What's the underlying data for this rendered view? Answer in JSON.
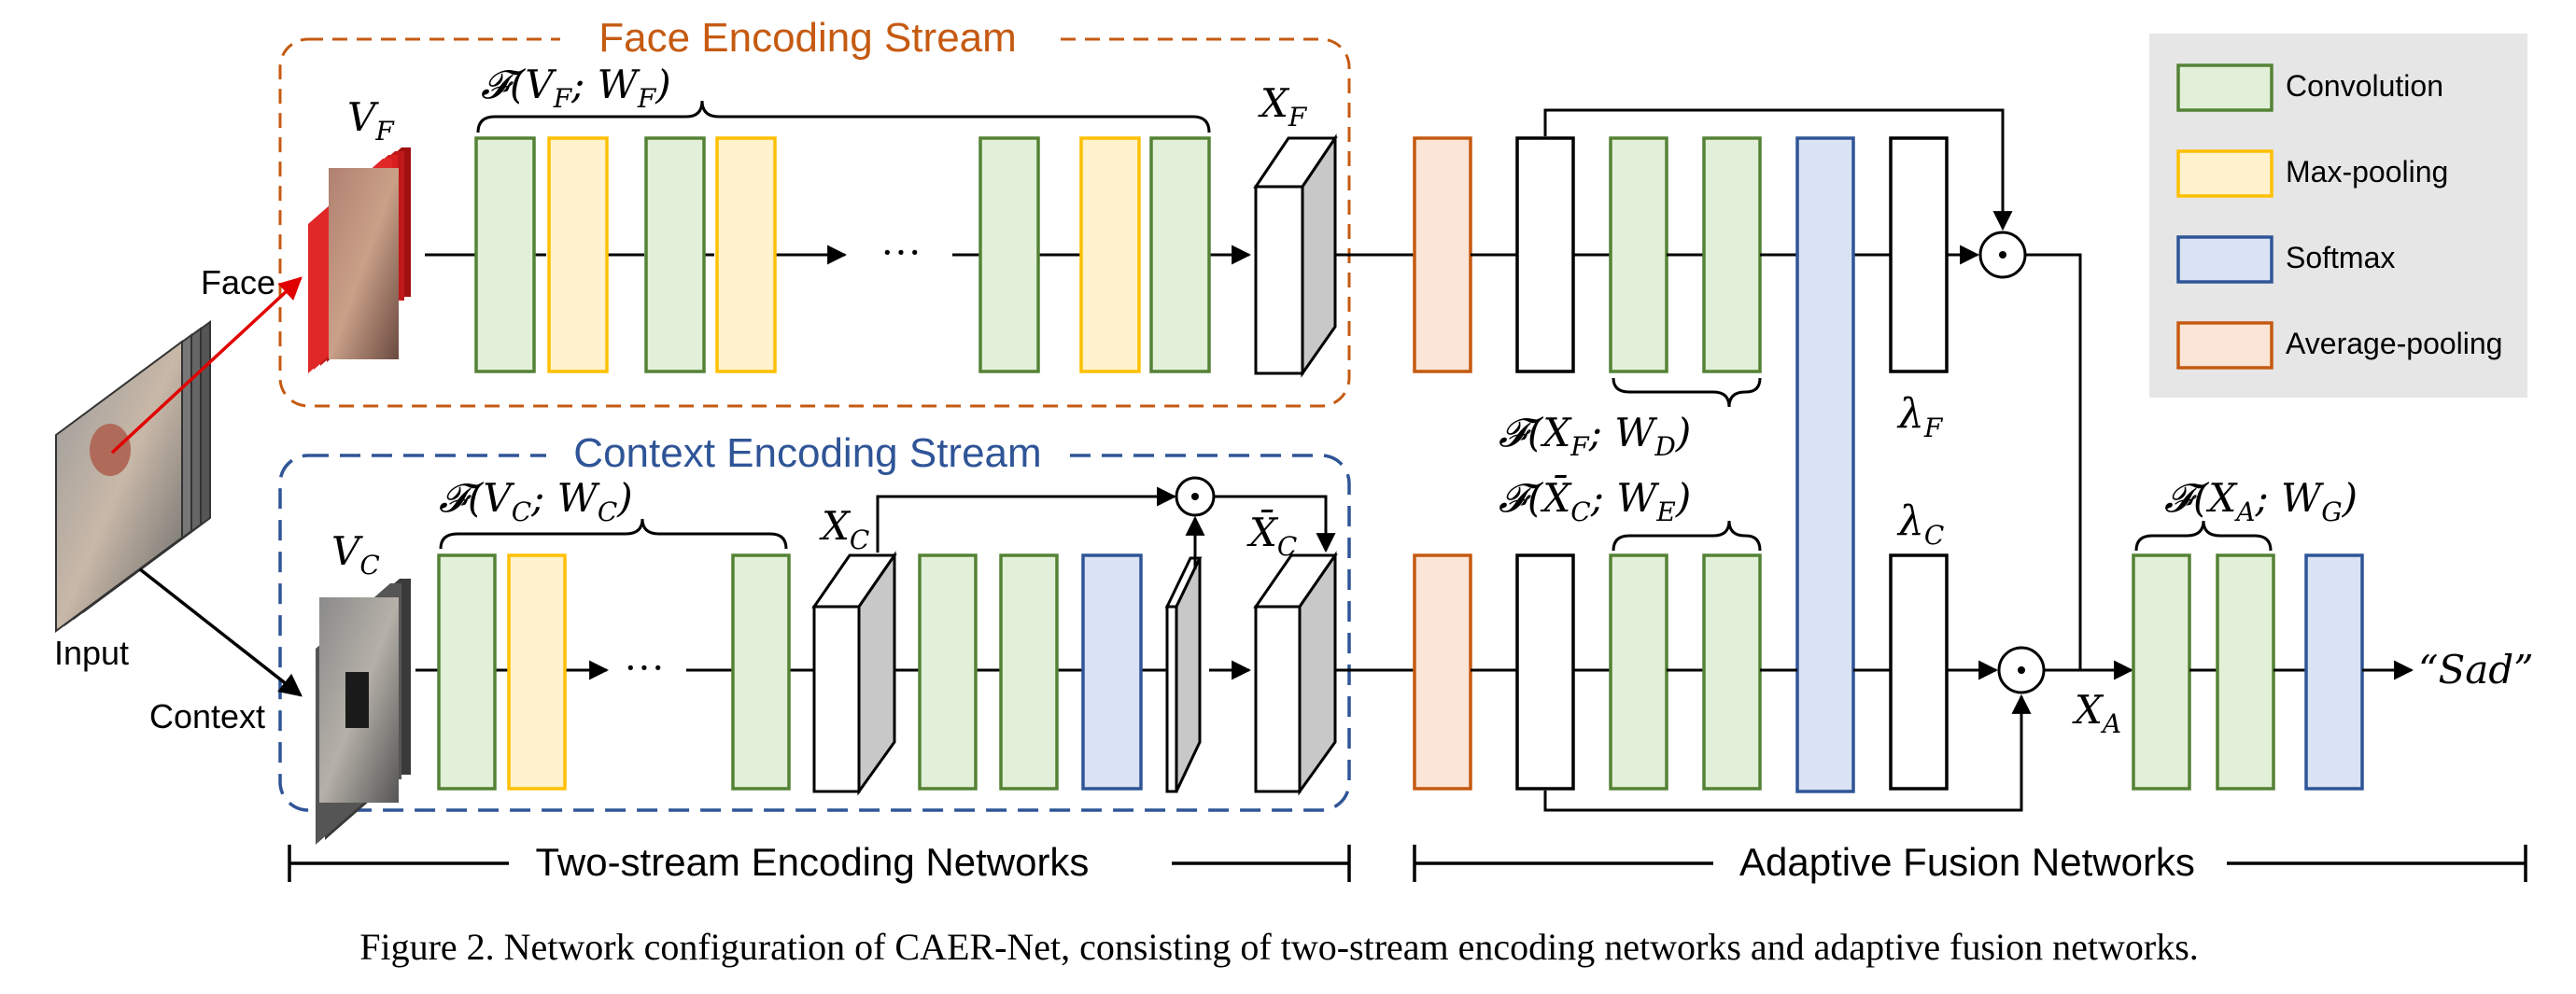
{
  "colors": {
    "convolution": {
      "fill": "#e2f0d9",
      "stroke": "#548235"
    },
    "maxpool": {
      "fill": "#fff2cc",
      "stroke": "#ffc000"
    },
    "softmax": {
      "fill": "#dae3f3",
      "stroke": "#2f5597"
    },
    "avgpool": {
      "fill": "#fbe5d6",
      "stroke": "#c55a11"
    },
    "face_stream": "#c55a11",
    "context_stream": "#2f5597",
    "legend_bg": "#e6e6e6",
    "red_arrow": "#e00000"
  },
  "streams": {
    "face_title": "Face Encoding Stream",
    "context_title": "Context Encoding Stream"
  },
  "input": {
    "label": "Input",
    "face_label": "Face",
    "context_label": "Context"
  },
  "math": {
    "V_F": "V",
    "V_F_sub": "F",
    "V_C": "V",
    "V_C_sub": "C",
    "F_VF": "𝓕(V",
    "F_VF_sub1": "F",
    "F_VF_mid": "; W",
    "F_VF_sub2": "F",
    "F_VF_end": ")",
    "F_VC": "𝓕(V",
    "F_VC_sub1": "C",
    "F_VC_mid": "; W",
    "F_VC_sub2": "C",
    "F_VC_end": ")",
    "X_F": "X",
    "X_F_sub": "F",
    "X_C": "X",
    "X_C_sub": "C",
    "Xbar_C": "X̄",
    "Xbar_C_sub": "C",
    "F_XF": "𝓕(X",
    "F_XF_sub1": "F",
    "F_XF_mid": "; W",
    "F_XF_sub2": "D",
    "F_XF_end": ")",
    "F_XC": "𝓕(X̄",
    "F_XC_sub1": "C",
    "F_XC_mid": "; W",
    "F_XC_sub2": "E",
    "F_XC_end": ")",
    "lambda_F": "λ",
    "lambda_F_sub": "F",
    "lambda_C": "λ",
    "lambda_C_sub": "C",
    "F_XA": "𝓕(X",
    "F_XA_sub1": "A",
    "F_XA_mid": "; W",
    "F_XA_sub2": "G",
    "F_XA_end": ")",
    "X_A": "X",
    "X_A_sub": "A",
    "ellipsis": "···",
    "odot": "⊙"
  },
  "output": "“Sad”",
  "legend": [
    {
      "label": "Convolution",
      "type": "convolution"
    },
    {
      "label": "Max-pooling",
      "type": "maxpool"
    },
    {
      "label": "Softmax",
      "type": "softmax"
    },
    {
      "label": "Average-pooling",
      "type": "avgpool"
    }
  ],
  "sections": {
    "left": "Two-stream Encoding Networks",
    "right": "Adaptive Fusion Networks"
  },
  "caption": "Figure 2. Network configuration of CAER-Net, consisting of two-stream encoding networks and adaptive fusion networks."
}
